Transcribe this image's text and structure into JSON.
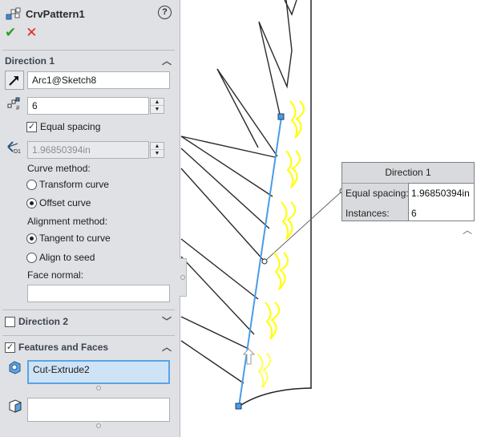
{
  "property_manager": {
    "title": "CrvPattern1",
    "feature_icon": "curve-pattern-icon",
    "help_label": "?",
    "ok_label": "✔",
    "cancel_label": "✕"
  },
  "direction1": {
    "header": "Direction 1",
    "collapse_icon": "chevron-up-icon",
    "curve_reference": "Arc1@Sketch8",
    "instances": "6",
    "equal_spacing_label": "Equal spacing",
    "equal_spacing_checked": true,
    "spacing_value": "1.96850394in",
    "curve_method_label": "Curve method:",
    "curve_methods": [
      {
        "label": "Transform curve",
        "selected": false
      },
      {
        "label": "Offset curve",
        "selected": true
      }
    ],
    "alignment_method_label": "Alignment method:",
    "alignment_methods": [
      {
        "label": "Tangent to curve",
        "selected": true
      },
      {
        "label": "Align to seed",
        "selected": false
      }
    ],
    "face_normal_label": "Face normal:",
    "face_normal_value": ""
  },
  "direction2": {
    "header": "Direction 2",
    "checked": false,
    "expand_icon": "chevron-down-icon"
  },
  "features_and_faces": {
    "header": "Features and Faces",
    "checked": true,
    "collapse_icon": "chevron-up-icon",
    "features": [
      "Cut-Extrude2"
    ],
    "faces": []
  },
  "callout": {
    "title": "Direction 1",
    "rows": [
      {
        "label": "Equal spacing:",
        "value": "1.96850394in"
      },
      {
        "label": "Instances:",
        "value": "6"
      }
    ],
    "collapse_icon": "chevron-up-icon"
  },
  "colors": {
    "panel_bg": "#dfe1e5",
    "path_curve": "#4a9be8",
    "pattern_preview": "#ffff00",
    "ok_green": "#2aa02a",
    "cancel_red": "#e02a1a",
    "selection_fill": "#cfe3f7"
  }
}
